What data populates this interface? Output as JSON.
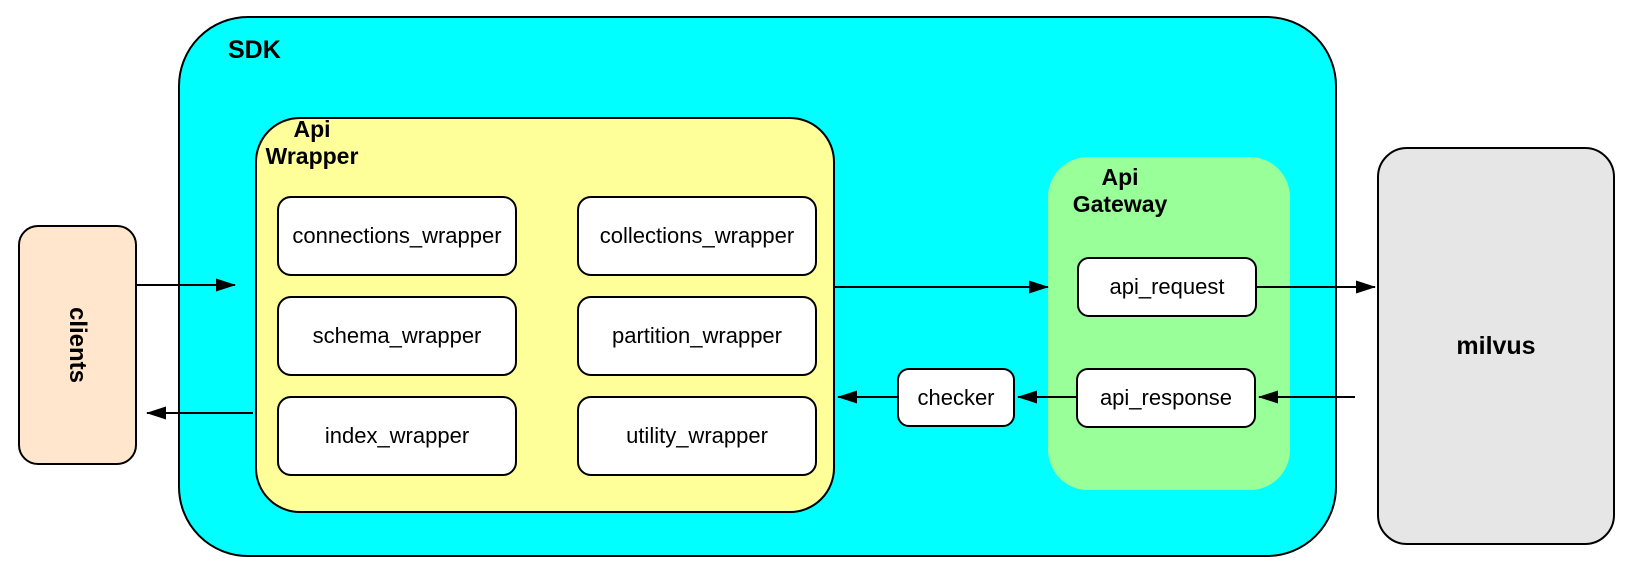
{
  "diagram": {
    "clients": {
      "label": "clients"
    },
    "sdk": {
      "label": "SDK"
    },
    "api_wrapper": {
      "title_line1": "Api",
      "title_line2": "Wrapper",
      "boxes": [
        "connections_wrapper",
        "collections_wrapper",
        "schema_wrapper",
        "partition_wrapper",
        "index_wrapper",
        "utility_wrapper"
      ]
    },
    "checker": {
      "label": "checker"
    },
    "api_gateway": {
      "title_line1": "Api",
      "title_line2": "Gateway",
      "boxes": [
        "api_request",
        "api_response"
      ]
    },
    "milvus": {
      "label": "milvus"
    },
    "colors": {
      "sdk_fill": "#00ffff",
      "api_wrapper_fill": "#ffff99",
      "api_gateway_fill": "#99ff99",
      "clients_fill": "#ffe6cc",
      "milvus_fill": "#e6e6e6",
      "leaf_box_fill": "#ffffff",
      "line_color": "#000000"
    }
  }
}
